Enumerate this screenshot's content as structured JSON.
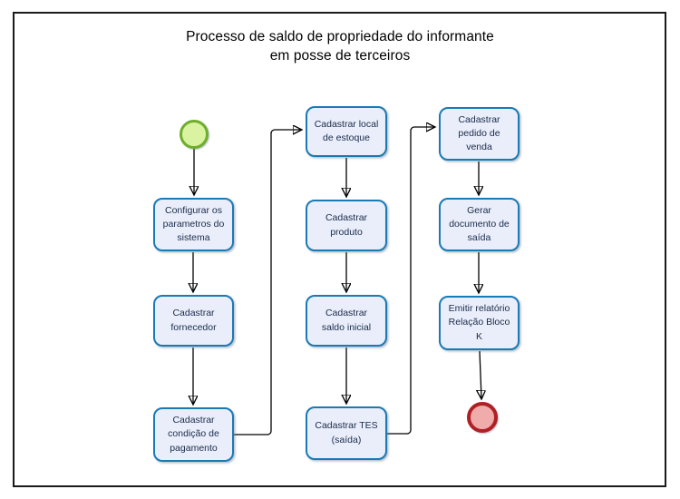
{
  "title": {
    "line1": "Processo de saldo de propriedade do informante",
    "line2": "em posse de terceiros"
  },
  "nodes": {
    "b1": {
      "label": "Configurar os parametros do sistema"
    },
    "b2": {
      "label": "Cadastrar fornecedor"
    },
    "b3": {
      "label": "Cadastrar condição de pagamento"
    },
    "b4": {
      "label": "Cadastrar local de estoque"
    },
    "b5": {
      "label": "Cadastrar produto"
    },
    "b6": {
      "label": "Cadastrar saldo inicial"
    },
    "b7": {
      "label": "Cadastrar TES (saída)"
    },
    "b8": {
      "label": "Cadastrar pedido de venda"
    },
    "b9": {
      "label": "Gerar documento de saída"
    },
    "b10": {
      "label": "Emitir relatório Relação Bloco K"
    }
  },
  "events": {
    "start": {
      "name": "start-event",
      "shape": "circle"
    },
    "end": {
      "name": "end-event",
      "shape": "circle"
    }
  },
  "edges": [
    {
      "from": "start",
      "to": "b1"
    },
    {
      "from": "b1",
      "to": "b2"
    },
    {
      "from": "b2",
      "to": "b3"
    },
    {
      "from": "b3",
      "to": "b4"
    },
    {
      "from": "b4",
      "to": "b5"
    },
    {
      "from": "b5",
      "to": "b6"
    },
    {
      "from": "b6",
      "to": "b7"
    },
    {
      "from": "b7",
      "to": "b8"
    },
    {
      "from": "b8",
      "to": "b9"
    },
    {
      "from": "b9",
      "to": "b10"
    },
    {
      "from": "b10",
      "to": "end"
    }
  ],
  "colors": {
    "box_fill": "#e9eefa",
    "box_border": "#1a7ab4",
    "box_text": "#1b2b4a",
    "start_fill": "#daf3a0",
    "start_border": "#6fae2b",
    "end_fill": "#f0abab",
    "end_border": "#b01f24",
    "arrow": "#000000",
    "frame_border": "#1a1a1a"
  }
}
